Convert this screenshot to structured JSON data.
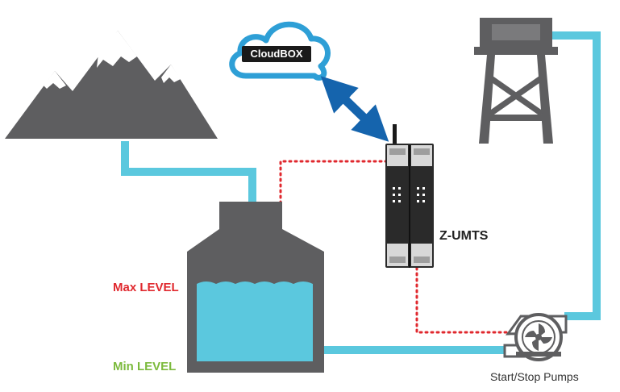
{
  "colors": {
    "grey": "#5e5e60",
    "snow": "#ffffff",
    "water": "#5bc8de",
    "pipe": "#5bc8de",
    "cloud_outline": "#2e9fd6",
    "arrow": "#1564ad",
    "signal": "#e0282e",
    "max_level": "#e0282e",
    "min_level": "#7cba3d",
    "device_body": "#2a2a2a"
  },
  "icons": {
    "mountain": "mountain-icon",
    "tower": "water-tower-icon",
    "cloud": "cloud-icon",
    "tank": "storage-tank-icon",
    "device": "modem-device-icon",
    "pump": "pump-icon",
    "arrow": "double-arrow-icon"
  },
  "labels": {
    "cloud": "CloudBOX",
    "device": "Z-UMTS",
    "max_level": "Max LEVEL",
    "min_level": "Min LEVEL",
    "pump": "Start/Stop Pumps"
  }
}
